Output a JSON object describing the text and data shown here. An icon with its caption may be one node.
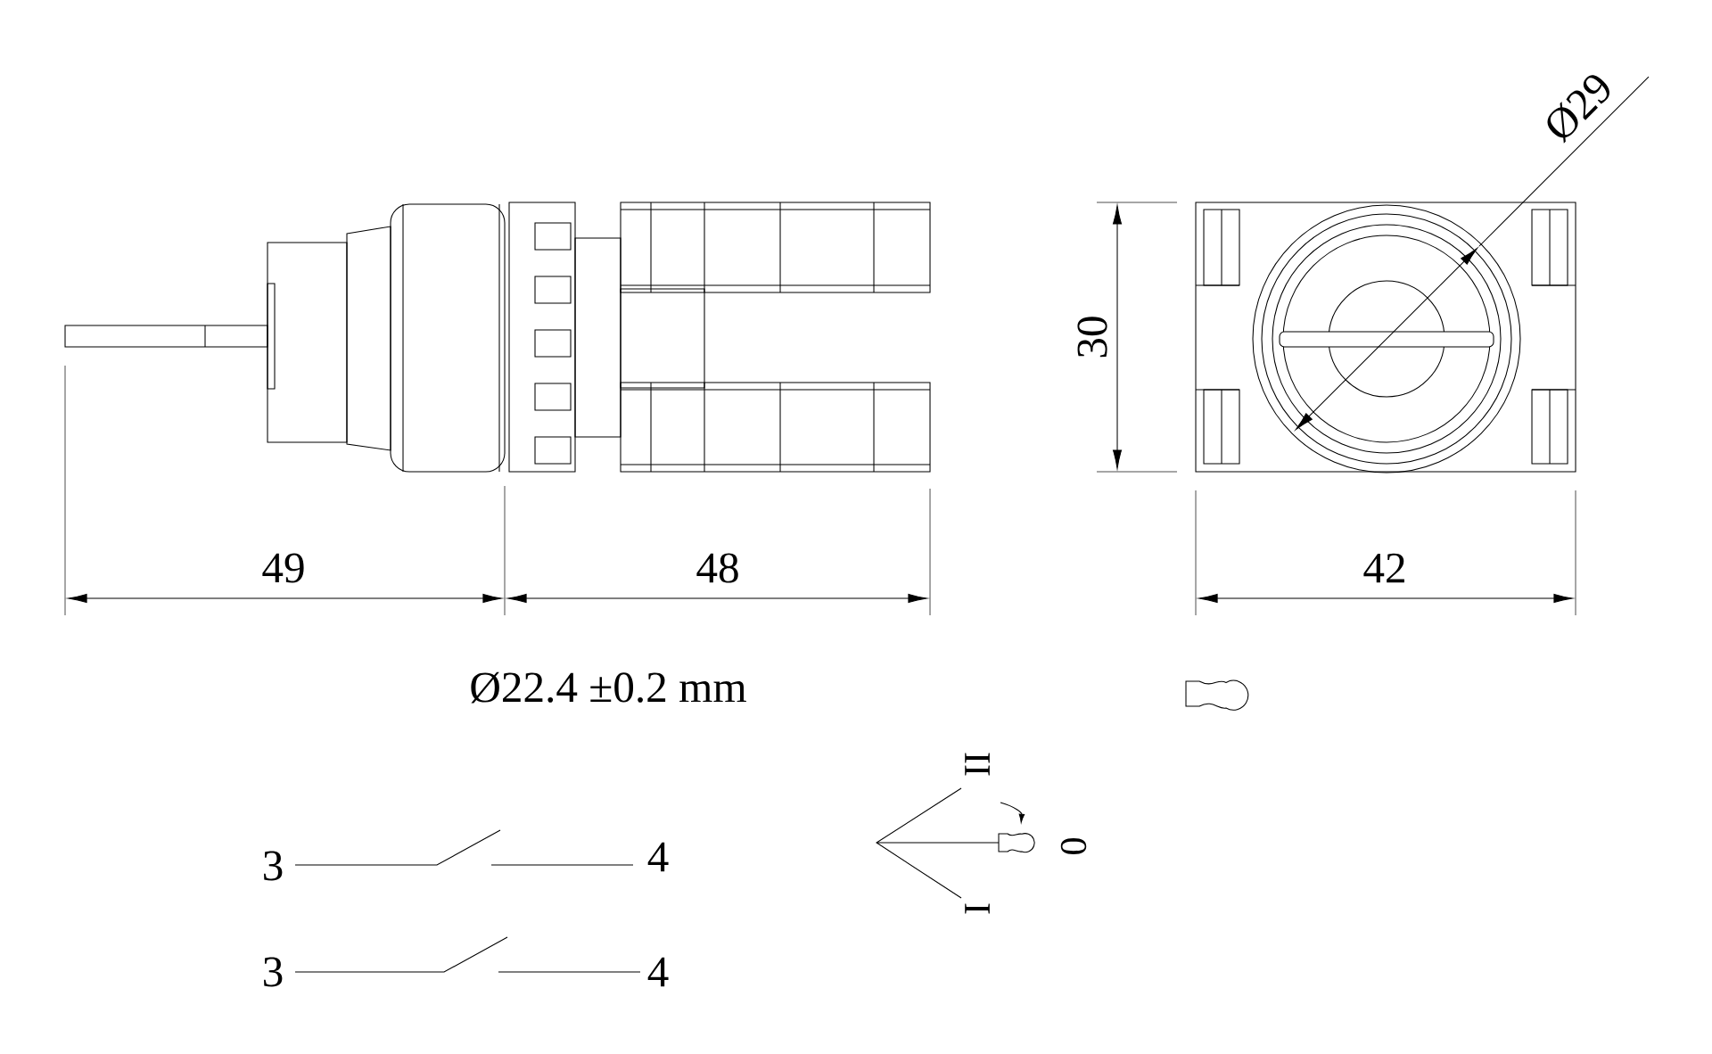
{
  "diagram": {
    "labels": [
      "Ø29",
      "30",
      "49",
      "48",
      "42",
      "Ø22.4 ±0.2 mm",
      "II",
      "3",
      "4",
      "0",
      "I",
      "3",
      "4"
    ]
  }
}
